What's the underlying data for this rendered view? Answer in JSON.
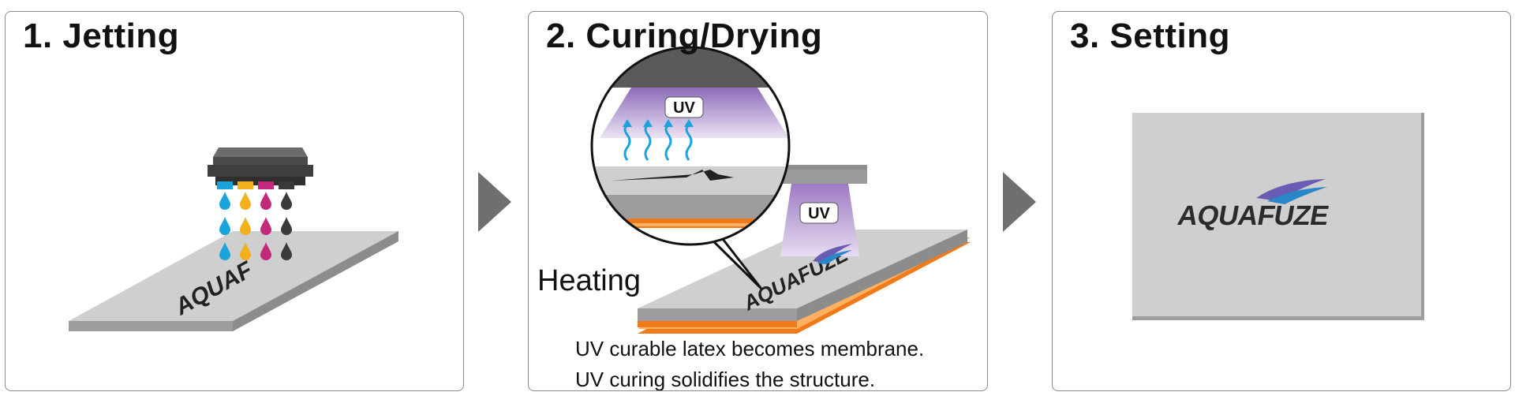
{
  "steps": [
    {
      "title": "1. Jetting",
      "plate_text": "AQUAF"
    },
    {
      "title": "2. Curing/Drying",
      "uv_label": "UV",
      "heating_label": "Heating",
      "plate_text": "AQUAFUZE",
      "captions": [
        "UV curable latex becomes membrane.",
        "UV curing solidifies the structure."
      ]
    },
    {
      "title": "3. Setting",
      "logo_text": "AQUAFUZE"
    }
  ],
  "colors": {
    "cyan": "#1aa3dc",
    "yellow": "#f2b01e",
    "magenta": "#c4287a",
    "black": "#3a3a3a",
    "uv_purple": "#9c7ac2",
    "heat_orange": "#f07a1a",
    "plate_gray": "#cfcfcf",
    "arrow_gray": "#6f6f6f"
  }
}
